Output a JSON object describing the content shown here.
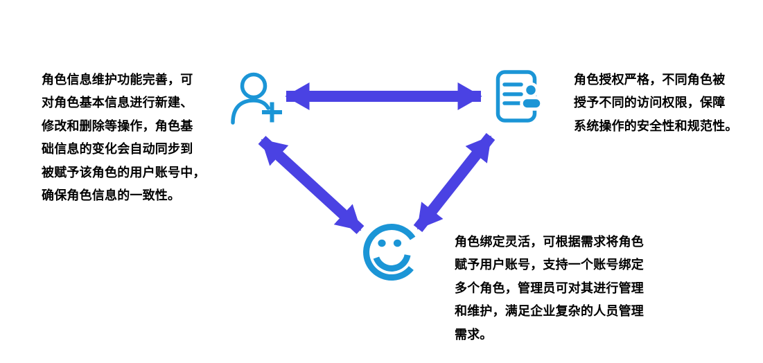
{
  "page": {
    "background": "#ffffff"
  },
  "colors": {
    "page_bg": "#ffffff",
    "icon_blue": "#1b95d6",
    "arrow_blue": "#4a42e3",
    "text_color": "#000000"
  },
  "diagram": {
    "icons": [
      "user-add-icon",
      "role-document-icon",
      "smile-account-icon"
    ],
    "left_text": {
      "text": "角色信息维护功能完善，可对角色基本信息进行新建、修改和删除等操作，角色基础信息的变化会自动同步到被赋予该角色的用户账号中，确保角色信息的一致性。",
      "lines": [
        "角色信息维护功能完善，可",
        "对角色基本信息进行新建、",
        "修改和删除等操作，角色基",
        "础信息的变化会自动同步到",
        "被赋予该角色的用户账号中，",
        "确保角色信息的一致性。"
      ]
    },
    "right_text": {
      "text": "角色授权严格，不同角色被授予不同的访问权限，保障系统操作的安全性和规范性。",
      "lines": [
        "角色授权严格，不同角色被",
        "授予不同的访问权限，保障",
        "系统操作的安全性和规范性。"
      ]
    },
    "bottom_text": {
      "text": "角色绑定灵活，可根据需求将角色赋予用户账号，支持一个账号绑定多个角色，管理员可对其进行管理和维护，满足企业复杂的人员管理需求。",
      "lines": [
        "角色绑定灵活，可根据需求将角色",
        "赋予用户账号，支持一个账号绑定",
        "多个角色，管理员可对其进行管理",
        "和维护，满足企业复杂的人员管理",
        "需求。"
      ]
    }
  }
}
